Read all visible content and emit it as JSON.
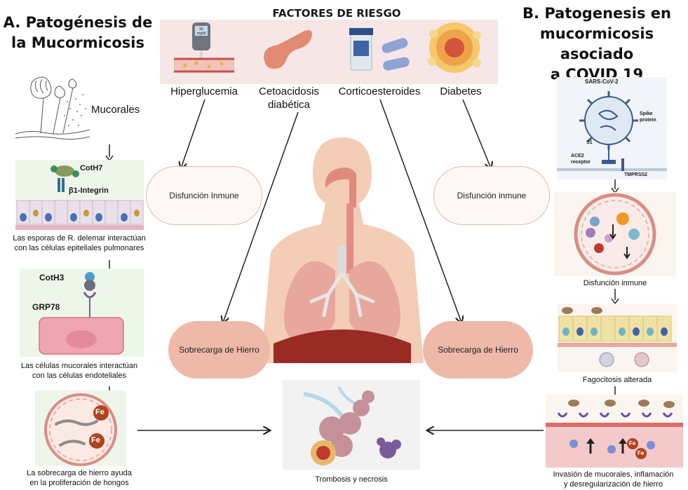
{
  "left": {
    "title_line1": "A. Patogénesis de",
    "title_line2": "la Mucormicosis",
    "mucorales_label": "Mucorales",
    "cothh7_label": "CotH7",
    "integrin_label": "β1-Integrin",
    "step1_line1": "Las esporas de R. delemar interactúan",
    "step1_line2": "con las células epiteliales pulmonares",
    "coth3_label": "CotH3",
    "grp78_label": "GRP78",
    "step2_line1": "Las células mucorales interactúan",
    "step2_line2": "con las células endoteliales",
    "fe_label": "Fe",
    "step3_line1": "La sobrecarga de hierro ayuda",
    "step3_line2": "en la proliferación de hongos"
  },
  "center": {
    "risk_title": "FACTORES DE RIESGO",
    "glucometer_text": "90 mg/dl",
    "risk_factors": [
      "Hiperglucemia",
      "Cetoacidosis",
      "diabética",
      "Corticoesteroides",
      "Diabetes"
    ],
    "left_immune": "Disfunción Inmune",
    "right_immune": "Disfunción inmune",
    "left_iron": "Sobrecarga de Hierro",
    "right_iron": "Sobrecarga de Hierro",
    "outcome": "Trombosis y necrosis"
  },
  "right": {
    "title_line1": "B. Patogenesis en",
    "title_line2": "mucormicosis asociado",
    "title_line3": "a COVID 19",
    "virus_title": "SARS-CoV-2",
    "spike_line1": "Spike",
    "spike_line2": "protein",
    "s1_label": "S1",
    "ace2_line1": "ACE2",
    "ace2_line2": "receptor",
    "tmprss2_label": "TMPRSS2",
    "step1": "Disfunción inmune",
    "step2": "Fagocitosis alterada",
    "fe_label": "Fe",
    "step3_line1": "Invasión de mucorales, inflamación",
    "step3_line2": "y desregularización de hierro"
  },
  "colors": {
    "salmon": "#eeb9a8",
    "risk_band": "#f6e6e6",
    "pale_green": "#eef6ea",
    "body_skin": "#f4cdb6",
    "lung": "#e7a79c"
  }
}
